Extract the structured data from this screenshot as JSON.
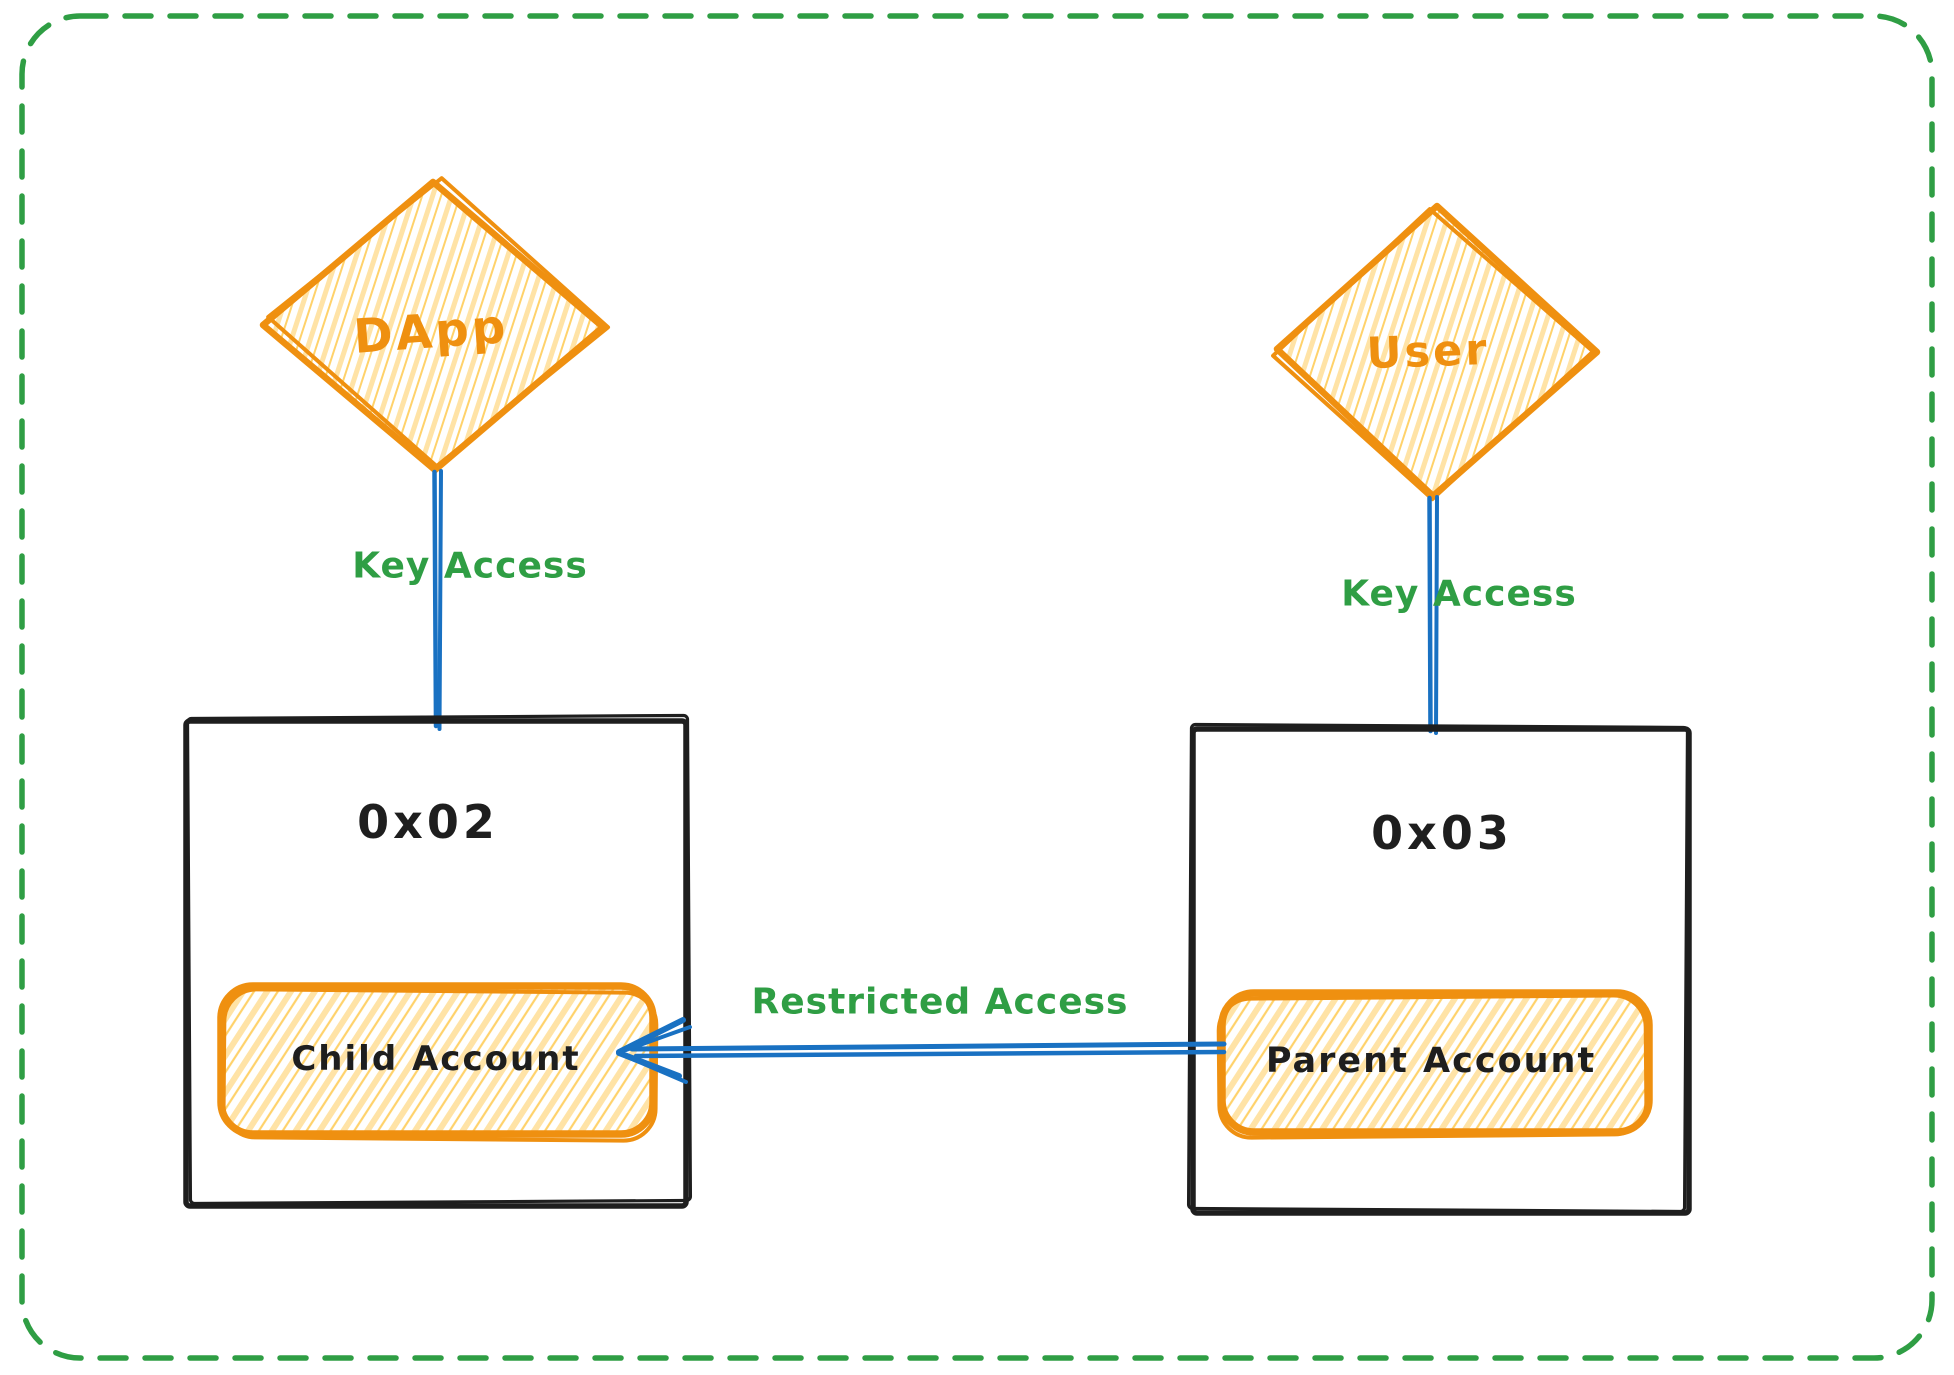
{
  "canvas": {
    "background": "#ffffff",
    "border": {
      "color": "#2f9e44",
      "style": "dashed",
      "shape": "rounded-rectangle"
    }
  },
  "colors": {
    "orange_stroke": "#ef9010",
    "orange_hachure_light": "#ffe3a6",
    "orange_hachure_strong": "#ffd26b",
    "blue_connector": "#1971c2",
    "green_label": "#2f9e44",
    "ink": "#1e1e1e"
  },
  "nodes": {
    "dapp": {
      "label": "DApp",
      "shape": "diamond"
    },
    "user": {
      "label": "User",
      "shape": "diamond"
    },
    "wallet_left": {
      "label": "0x02",
      "shape": "rectangle"
    },
    "wallet_right": {
      "label": "0x03",
      "shape": "rectangle"
    },
    "child_account": {
      "label": "Child Account",
      "shape": "rounded-rectangle"
    },
    "parent_account": {
      "label": "Parent Account",
      "shape": "rounded-rectangle"
    }
  },
  "edges": {
    "dapp_to_0x02": {
      "label": "Key Access",
      "from": "dapp",
      "to": "wallet_left"
    },
    "user_to_0x03": {
      "label": "Key Access",
      "from": "user",
      "to": "wallet_right"
    },
    "parent_to_child": {
      "label": "Restricted Access",
      "from": "parent_account",
      "to": "child_account"
    }
  }
}
